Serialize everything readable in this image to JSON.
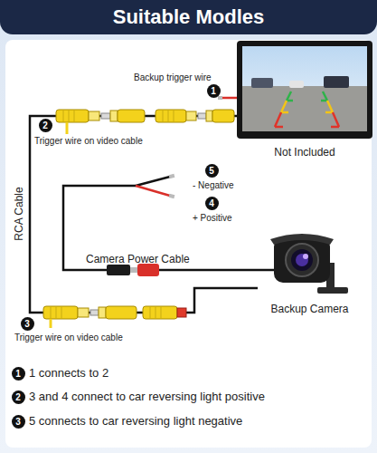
{
  "diagram": {
    "title": "Suitable Modles",
    "nodes": [
      {
        "text": [
          "Not Included"
        ]
      },
      {
        "text": [
          "Backup Camera"
        ]
      }
    ],
    "edges": [
      {
        "from": 0,
        "to": 1,
        "arrow": "none",
        "label": "RCA Cable"
      }
    ],
    "labels": [
      "Backup trigger wire",
      "1",
      "2",
      "Trigger wire on video cable",
      "5",
      "- Negative",
      "4",
      "+ Positive",
      "Camera Power Cable",
      "3",
      "Trigger wire on video cable",
      "1",
      "1 connects to 2",
      "2",
      "3 and 4 connect to car reversing light positive",
      "3",
      "5 connects to car reversing light negative"
    ]
  }
}
